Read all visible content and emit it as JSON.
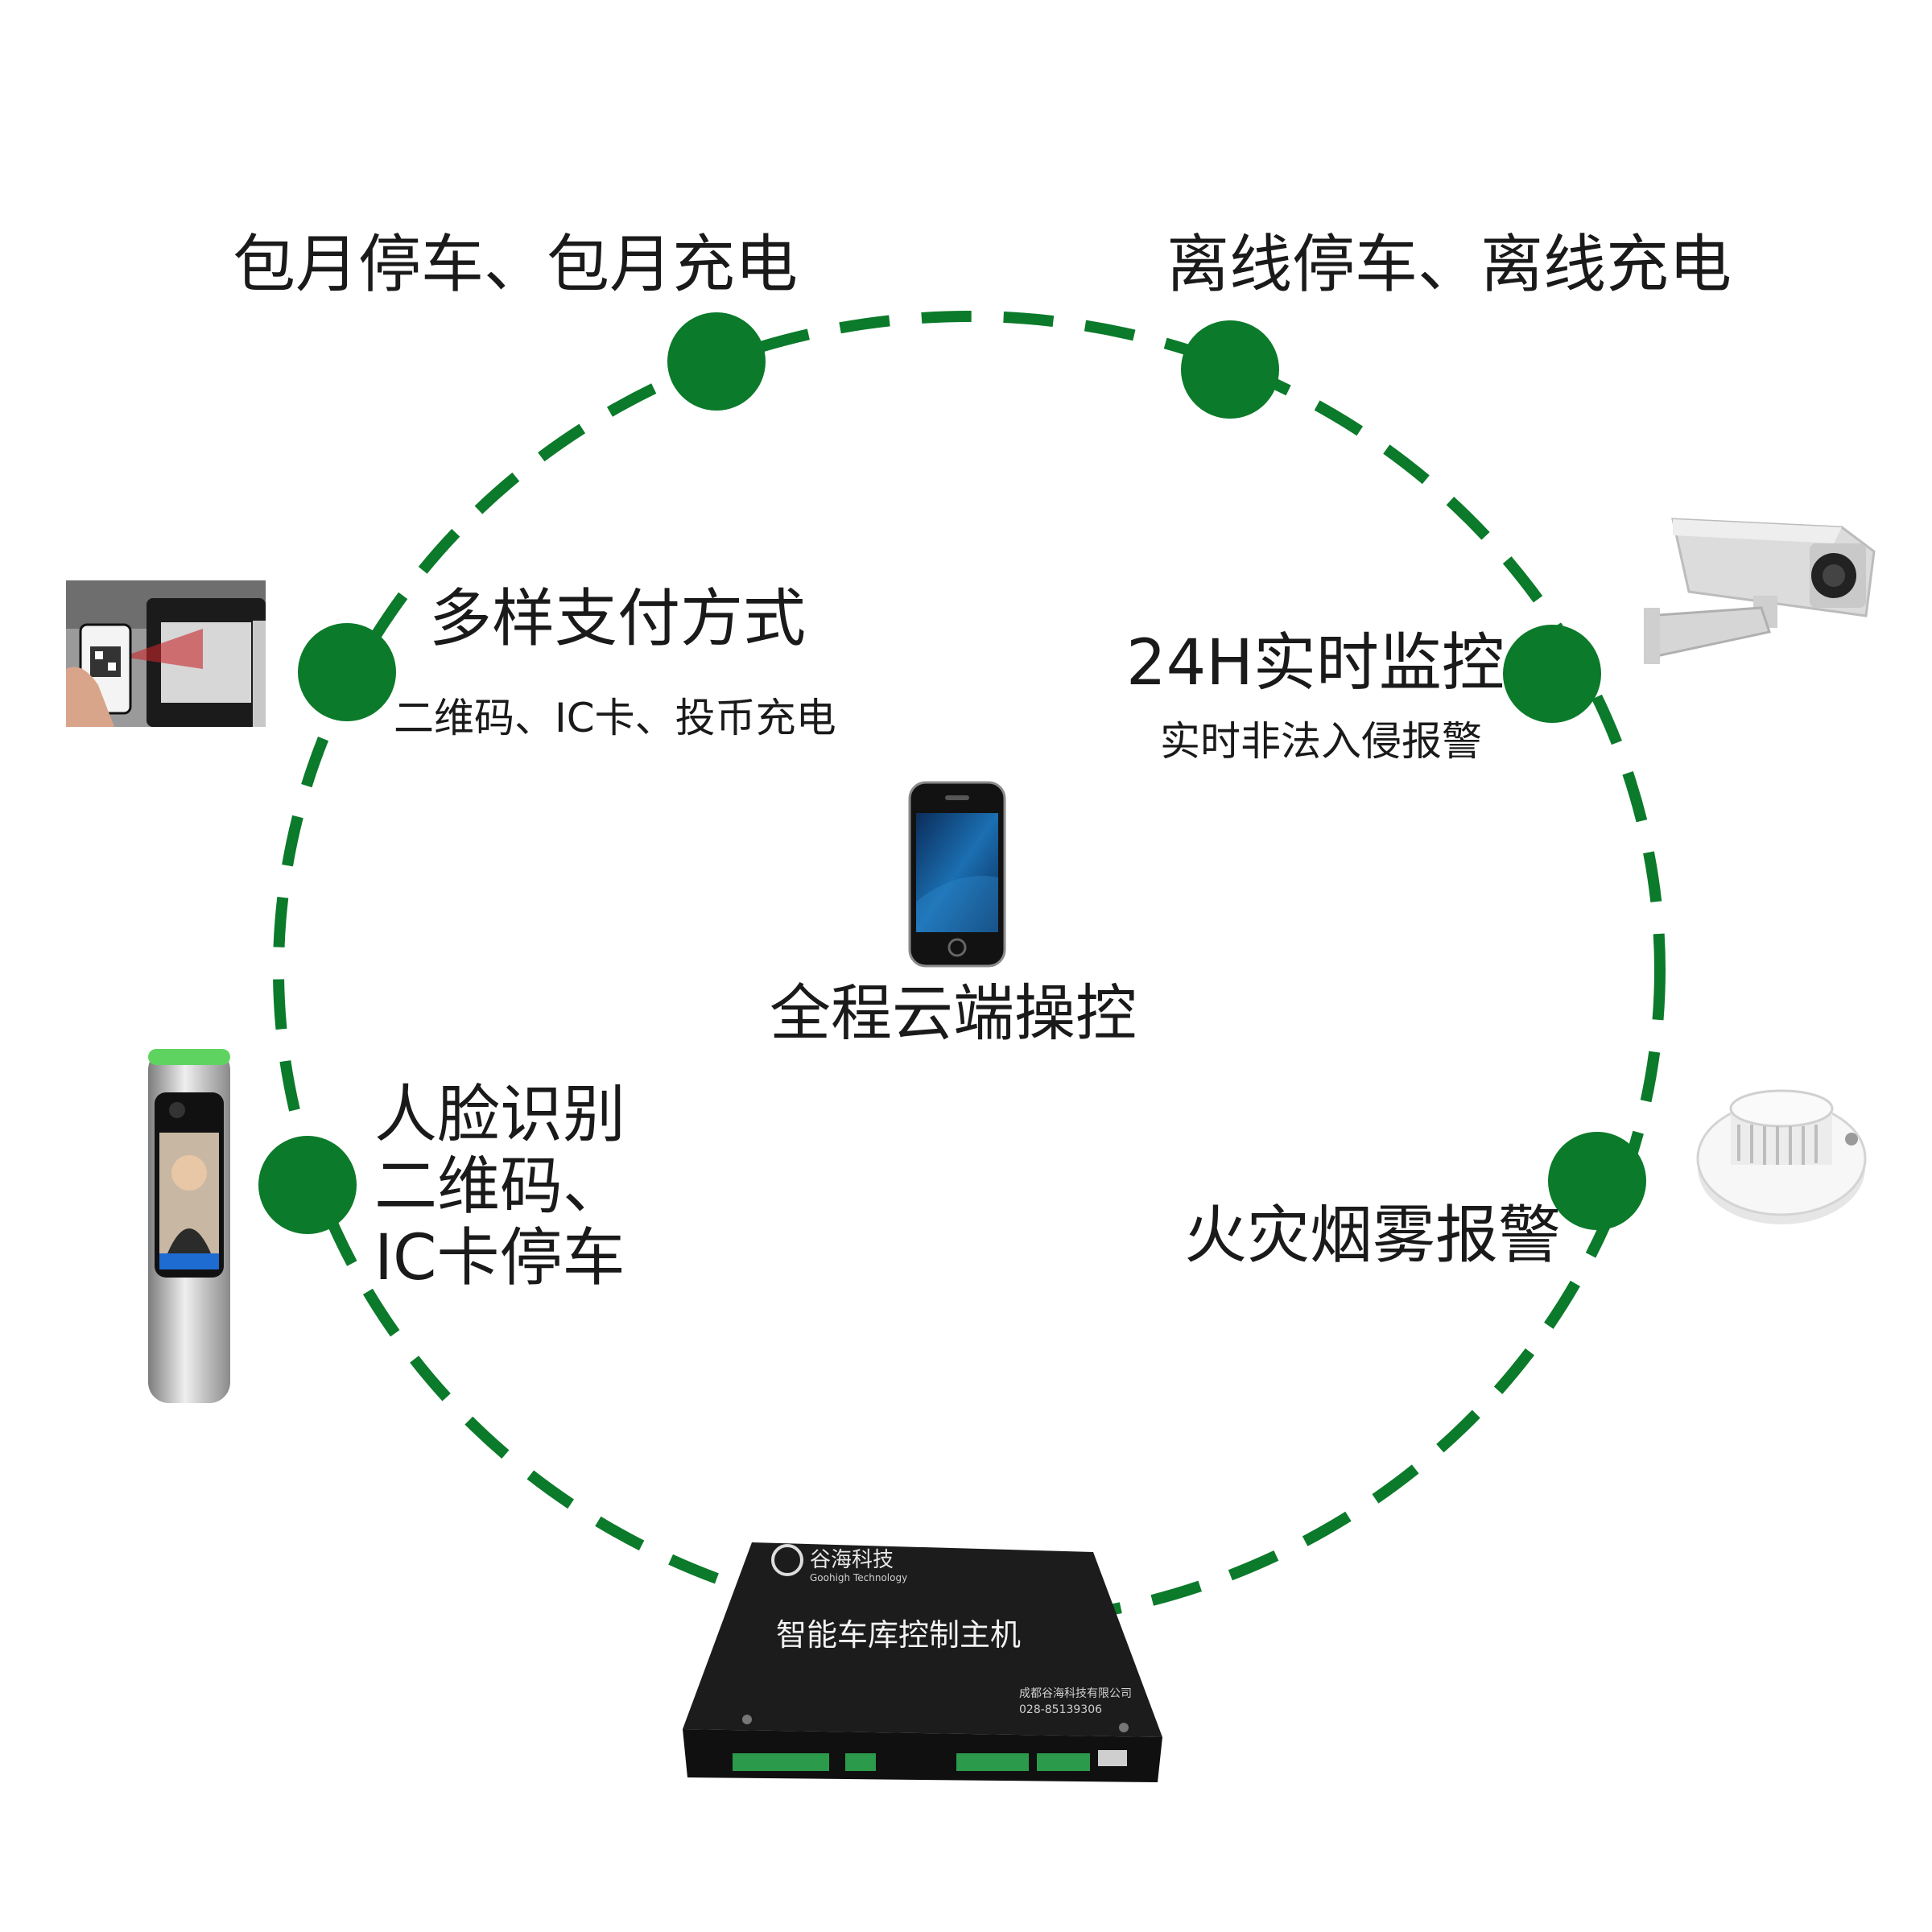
{
  "labels": {
    "monthly": "包月停车、包月充电",
    "offline": "离线停车、离线充电",
    "payment_title": "多样支付方式",
    "payment_sub": "二维码、IC卡、投币充电",
    "monitor_title": "24H实时监控",
    "monitor_sub": "实时非法入侵报警",
    "cloud": "全程云端操控",
    "face_line1": "人脸识别",
    "face_line2": "二维码、",
    "face_line3": "IC卡停车",
    "fire": "火灾烟雾报警"
  },
  "device": {
    "brand_cn": "谷海科技",
    "brand_en": "Goohigh Technology",
    "title": "智能车库控制主机",
    "company": "成都谷海科技有限公司",
    "phone": "028-85139306"
  },
  "colors": {
    "accent": "#0b7a2a"
  },
  "icons": [
    "phone-icon",
    "camera-icon",
    "smoke-detector-icon",
    "face-terminal-icon",
    "qr-reader-icon",
    "controller-box-icon"
  ]
}
